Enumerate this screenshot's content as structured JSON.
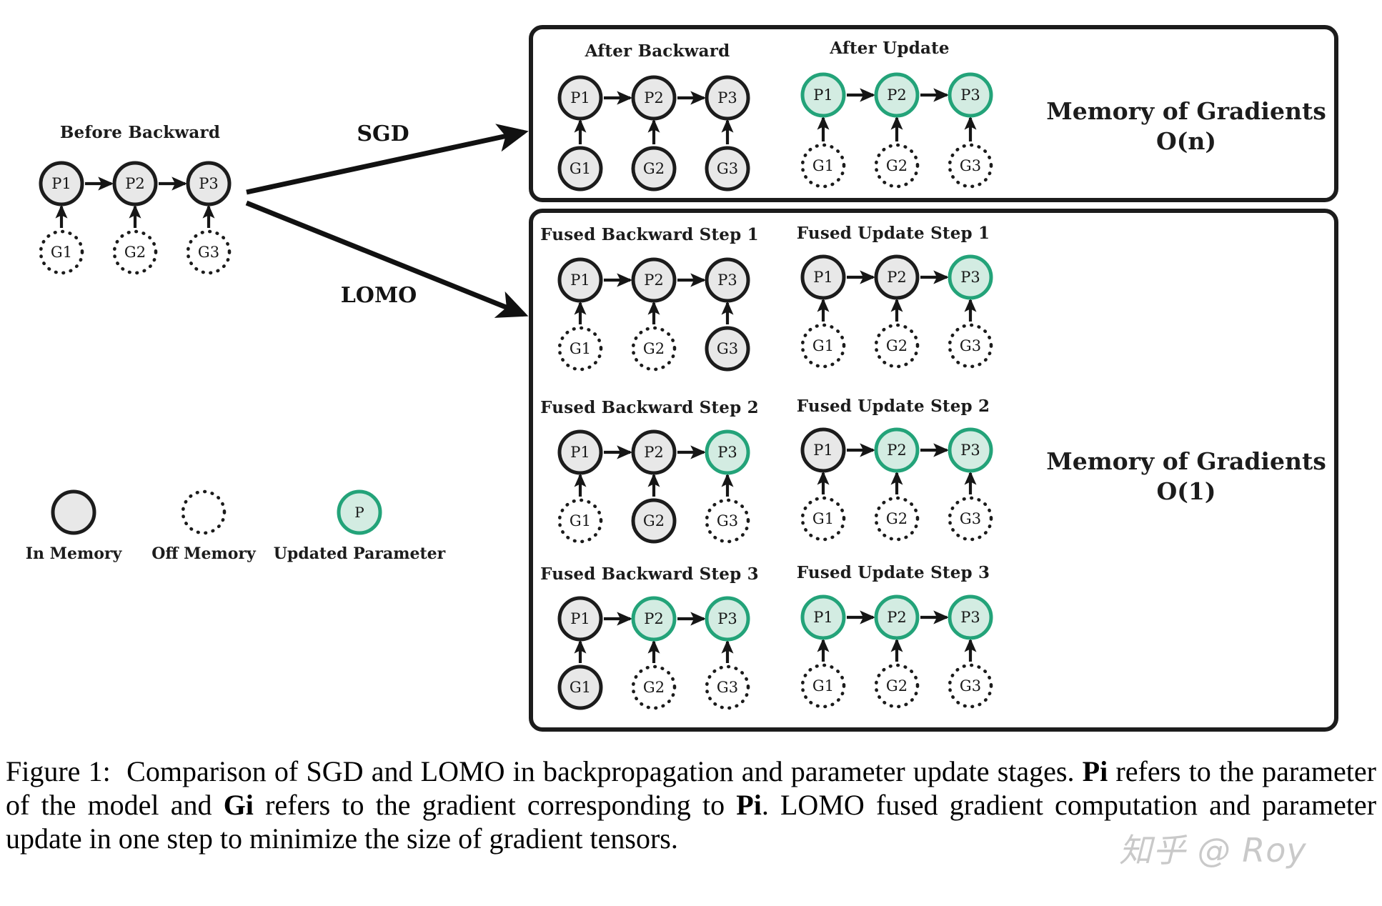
{
  "figure": {
    "left_panel": {
      "title": "Before Backward"
    },
    "branches": [
      {
        "label": "SGD"
      },
      {
        "label": "LOMO"
      }
    ],
    "legend": {
      "items": [
        {
          "label": "In Memory",
          "style": "solid-gray",
          "node_text": ""
        },
        {
          "label": "Off Memory",
          "style": "dotted",
          "node_text": ""
        },
        {
          "label": "Updated Parameter",
          "style": "green",
          "node_text": "P"
        }
      ]
    },
    "sgd_box": {
      "memory_label_line1": "Memory of Gradients",
      "memory_label_line2": "O(n)",
      "panels": [
        {
          "title": "After Backward"
        },
        {
          "title": "After Update"
        }
      ]
    },
    "lomo_box": {
      "memory_label_line1": "Memory of Gradients",
      "memory_label_line2": "O(1)",
      "panels": [
        {
          "title": "Fused Backward Step 1"
        },
        {
          "title": "Fused Update Step 1"
        },
        {
          "title": "Fused Backward Step 2"
        },
        {
          "title": "Fused Update Step 2"
        },
        {
          "title": "Fused Backward Step 3"
        },
        {
          "title": "Fused Update Step 3"
        }
      ]
    },
    "node_labels": {
      "params": [
        "P1",
        "P2",
        "P3"
      ],
      "grads": [
        "G1",
        "G2",
        "G3"
      ]
    },
    "colors": {
      "green_stroke": "#23a379",
      "green_fill": "#d3ece2",
      "gray_fill": "#e8e8e8",
      "dark_stroke": "#1c1c1c"
    }
  },
  "caption": {
    "text_part1": "Figure 1:",
    "text_part2": " Comparison of SGD and LOMO in backpropagation and parameter update stages. ",
    "bold1": "Pi",
    "text_part3": " refers to the parameter of the model and ",
    "bold2": "Gi",
    "text_part4": " refers to the gradient corresponding to ",
    "bold3": "Pi",
    "text_part5": ". LOMO fused gradient computation and parameter update in one step to minimize the size of gradient tensors."
  },
  "watermark": {
    "text": "知乎 @ Roy"
  },
  "chart_data": {
    "type": "diagram",
    "title": "Comparison of SGD and LOMO",
    "panels": [
      {
        "name": "Before Backward",
        "group": "left",
        "params": [
          {
            "id": "P1",
            "state": "in-memory"
          },
          {
            "id": "P2",
            "state": "in-memory"
          },
          {
            "id": "P3",
            "state": "in-memory"
          }
        ],
        "grads": [
          {
            "id": "G1",
            "state": "off-memory"
          },
          {
            "id": "G2",
            "state": "off-memory"
          },
          {
            "id": "G3",
            "state": "off-memory"
          }
        ]
      },
      {
        "name": "After Backward",
        "group": "sgd",
        "params": [
          {
            "id": "P1",
            "state": "in-memory"
          },
          {
            "id": "P2",
            "state": "in-memory"
          },
          {
            "id": "P3",
            "state": "in-memory"
          }
        ],
        "grads": [
          {
            "id": "G1",
            "state": "in-memory"
          },
          {
            "id": "G2",
            "state": "in-memory"
          },
          {
            "id": "G3",
            "state": "in-memory"
          }
        ]
      },
      {
        "name": "After Update",
        "group": "sgd",
        "params": [
          {
            "id": "P1",
            "state": "updated"
          },
          {
            "id": "P2",
            "state": "updated"
          },
          {
            "id": "P3",
            "state": "updated"
          }
        ],
        "grads": [
          {
            "id": "G1",
            "state": "off-memory"
          },
          {
            "id": "G2",
            "state": "off-memory"
          },
          {
            "id": "G3",
            "state": "off-memory"
          }
        ]
      },
      {
        "name": "Fused Backward Step 1",
        "group": "lomo",
        "params": [
          {
            "id": "P1",
            "state": "in-memory"
          },
          {
            "id": "P2",
            "state": "in-memory"
          },
          {
            "id": "P3",
            "state": "in-memory"
          }
        ],
        "grads": [
          {
            "id": "G1",
            "state": "off-memory"
          },
          {
            "id": "G2",
            "state": "off-memory"
          },
          {
            "id": "G3",
            "state": "in-memory"
          }
        ]
      },
      {
        "name": "Fused Update Step 1",
        "group": "lomo",
        "params": [
          {
            "id": "P1",
            "state": "in-memory"
          },
          {
            "id": "P2",
            "state": "in-memory"
          },
          {
            "id": "P3",
            "state": "updated"
          }
        ],
        "grads": [
          {
            "id": "G1",
            "state": "off-memory"
          },
          {
            "id": "G2",
            "state": "off-memory"
          },
          {
            "id": "G3",
            "state": "off-memory"
          }
        ]
      },
      {
        "name": "Fused Backward Step 2",
        "group": "lomo",
        "params": [
          {
            "id": "P1",
            "state": "in-memory"
          },
          {
            "id": "P2",
            "state": "in-memory"
          },
          {
            "id": "P3",
            "state": "updated"
          }
        ],
        "grads": [
          {
            "id": "G1",
            "state": "off-memory"
          },
          {
            "id": "G2",
            "state": "in-memory"
          },
          {
            "id": "G3",
            "state": "off-memory"
          }
        ]
      },
      {
        "name": "Fused Update Step 2",
        "group": "lomo",
        "params": [
          {
            "id": "P1",
            "state": "in-memory"
          },
          {
            "id": "P2",
            "state": "updated"
          },
          {
            "id": "P3",
            "state": "updated"
          }
        ],
        "grads": [
          {
            "id": "G1",
            "state": "off-memory"
          },
          {
            "id": "G2",
            "state": "off-memory"
          },
          {
            "id": "G3",
            "state": "off-memory"
          }
        ]
      },
      {
        "name": "Fused Backward Step 3",
        "group": "lomo",
        "params": [
          {
            "id": "P1",
            "state": "in-memory"
          },
          {
            "id": "P2",
            "state": "updated"
          },
          {
            "id": "P3",
            "state": "updated"
          }
        ],
        "grads": [
          {
            "id": "G1",
            "state": "in-memory"
          },
          {
            "id": "G2",
            "state": "off-memory"
          },
          {
            "id": "G3",
            "state": "off-memory"
          }
        ]
      },
      {
        "name": "Fused Update Step 3",
        "group": "lomo",
        "params": [
          {
            "id": "P1",
            "state": "updated"
          },
          {
            "id": "P2",
            "state": "updated"
          },
          {
            "id": "P3",
            "state": "updated"
          }
        ],
        "grads": [
          {
            "id": "G1",
            "state": "off-memory"
          },
          {
            "id": "G2",
            "state": "off-memory"
          },
          {
            "id": "G3",
            "state": "off-memory"
          }
        ]
      }
    ]
  }
}
